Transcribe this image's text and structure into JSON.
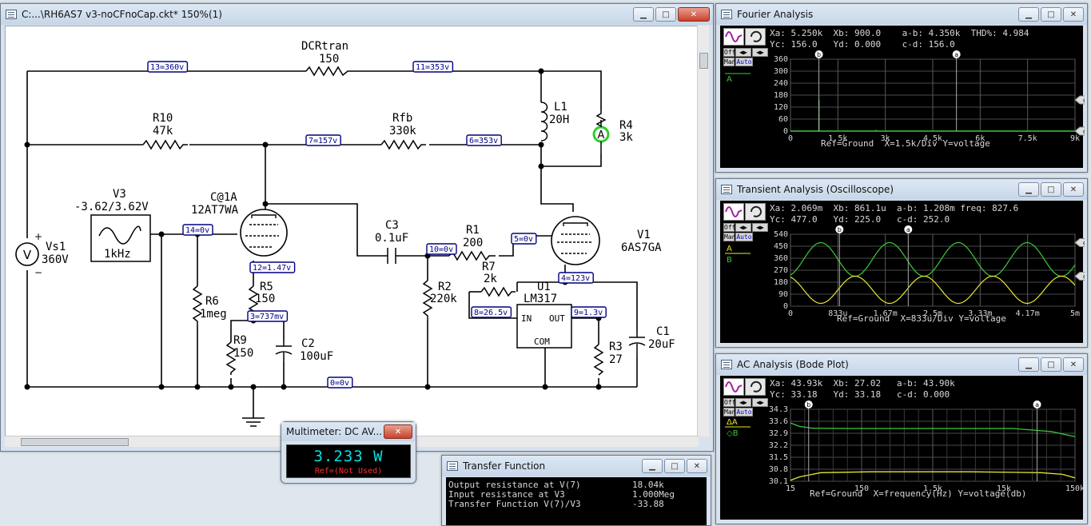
{
  "schematic": {
    "title": "C:...\\RH6AS7 v3-noCFnoCap.ckt* 150%(1)",
    "nodes": [
      "13=360v",
      "11=353v",
      "7=157v",
      "6=353v",
      "14=0v",
      "12=1.47v",
      "10=0v",
      "5=0v",
      "4=123v",
      "8=26.5v",
      "9=1.3v",
      "0=0v",
      "3=737mv"
    ],
    "labels": {
      "dcr_name": "DCRtran",
      "dcr_val": "150",
      "r10_name": "R10",
      "r10_val": "47k",
      "rfb_name": "Rfb",
      "rfb_val": "330k",
      "l1_name": "L1",
      "l1_val": "20H",
      "r4_name": "R4",
      "r4_val": "3k",
      "v3_name": "V3",
      "v3_val": "-3.62/3.62V",
      "v3_freq": "1kHz",
      "c1a_name": "C@1A",
      "c1a_val": "12AT7WA",
      "vs1_name": "Vs1",
      "vs1_val": "360V",
      "c3_name": "C3",
      "c3_val": "0.1uF",
      "r1_name": "R1",
      "r1_val": "200",
      "r7_name": "R7",
      "r7_val": "2k",
      "u1_name": "U1",
      "u1_val": "LM317",
      "v1_name": "V1",
      "v1_val": "6AS7GA",
      "r5_name": "R5",
      "r5_val": "150",
      "r6_name": "R6",
      "r6_val": "1meg",
      "r2_name": "R2",
      "r2_val": "220k",
      "r9_name": "R9",
      "r9_val": "150",
      "c2_name": "C2",
      "c2_val": "100uF",
      "r3_name": "R3",
      "r3_val": "27",
      "c1_name": "C1",
      "c1_val": "20uF",
      "u1_in": "IN",
      "u1_out": "OUT",
      "u1_com": "COM",
      "ammeter": "A",
      "voltmeter": "V"
    }
  },
  "fourier": {
    "title": "Fourier Analysis",
    "line1": "Xa: 5.250k  Xb: 900.0    a-b: 4.350k  THD%: 4.984",
    "line2": "Yc: 156.0   Yd: 0.000    c-d: 156.0",
    "series": "A",
    "yticks": [
      "360",
      "300",
      "240",
      "180",
      "120",
      "60",
      "0"
    ],
    "xticks": [
      "0",
      "1.5k",
      "3k",
      "4.5k",
      "6k",
      "7.5k",
      "9k"
    ],
    "footer": "Ref=Ground  X=1.5k/Div Y=voltage"
  },
  "transient": {
    "title": "Transient Analysis (Oscilloscope)",
    "line1": "Xa: 2.069m  Xb: 861.1u  a-b: 1.208m freq: 827.6",
    "line2": "Yc: 477.0   Yd: 225.0   c-d: 252.0",
    "series_a": "A",
    "series_b": "B",
    "yticks": [
      "540",
      "450",
      "360",
      "270",
      "180",
      "90",
      "0"
    ],
    "xticks": [
      "0",
      "833u",
      "1.67m",
      "2.5m",
      "3.33m",
      "4.17m",
      "5m"
    ],
    "footer": "Ref=Ground  X=833u/Div Y=voltage"
  },
  "bode": {
    "title": "AC Analysis (Bode Plot)",
    "line1": "Xa: 43.93k  Xb: 27.02   a-b: 43.90k",
    "line2": "Yc: 33.18   Yd: 33.18   c-d: 0.000",
    "series_a": "ΔA",
    "series_b": "◇B",
    "yticks": [
      "34.3",
      "33.6",
      "32.9",
      "32.2",
      "31.5",
      "30.8",
      "30.1"
    ],
    "xticks": [
      "15",
      "150",
      "1.5k",
      "15k",
      "150k"
    ],
    "footer": "Ref=Ground  X=frequency(Hz) Y=voltage(db)"
  },
  "multimeter": {
    "title": "Multimeter: DC AV...",
    "value": "3.233 W",
    "ref": "Ref=(Not Used)"
  },
  "transfer": {
    "title": "Transfer Function",
    "rows": [
      {
        "label": "Output resistance at V(7)",
        "value": "18.04k"
      },
      {
        "label": "Input resistance at V3",
        "value": "1.000Meg"
      },
      {
        "label": "Transfer Function V(7)/V3",
        "value": "-33.88"
      }
    ]
  },
  "toolbar": {
    "off": "Off",
    "man": "Man",
    "auto": "Auto",
    "cursor_a": "a",
    "cursor_b": "b",
    "cursor_c": "c",
    "cursor_d": "d"
  },
  "colors": {
    "trace_a": "#3cc83c",
    "trace_b": "#e6e632",
    "grid": "#555555",
    "net_label": "#000080",
    "dc_value": "#00e0e0",
    "ref_text": "#ff3030"
  }
}
